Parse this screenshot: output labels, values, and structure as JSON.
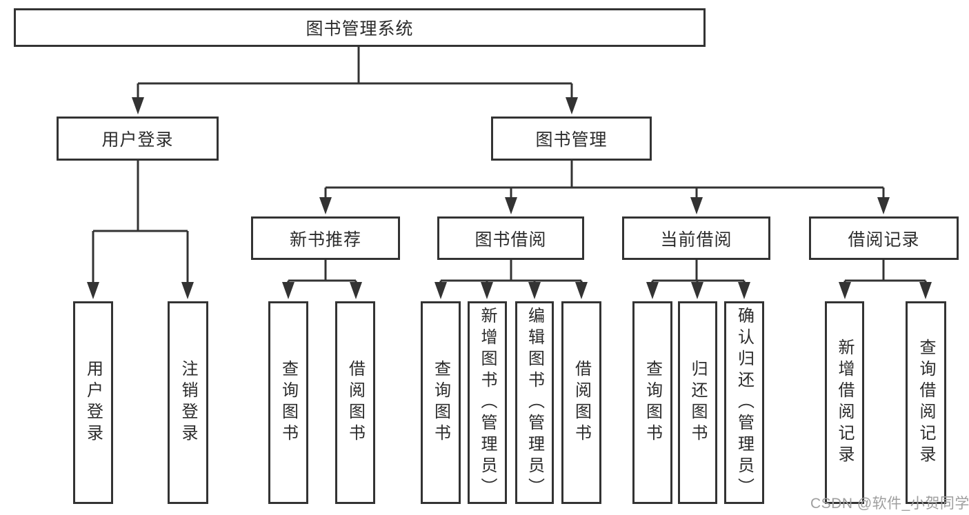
{
  "diagram": {
    "root": "图书管理系统",
    "level2": {
      "user_login": "用户登录",
      "book_management": "图书管理"
    },
    "level3": {
      "new_book_recommend": "新书推荐",
      "book_borrow": "图书借阅",
      "current_borrow": "当前借阅",
      "borrow_records": "借阅记录"
    },
    "leaves": {
      "user_login": [
        "用户登录",
        "注销登录"
      ],
      "new_book_recommend": [
        "查询图书",
        "借阅图书"
      ],
      "book_borrow": [
        "查询图书",
        "新增图书（管理员）",
        "编辑图书（管理员）",
        "借阅图书"
      ],
      "current_borrow": [
        "查询图书",
        "归还图书",
        "确认归还（管理员）"
      ],
      "borrow_records": [
        "新增借阅记录",
        "查询借阅记录"
      ]
    },
    "colors": {
      "line": "#333333",
      "text": "#2b2b2b",
      "box_background": "#ffffff"
    }
  },
  "watermark": {
    "text": "CSDN @软件_小贺同学",
    "color": "#9e9e9e"
  }
}
